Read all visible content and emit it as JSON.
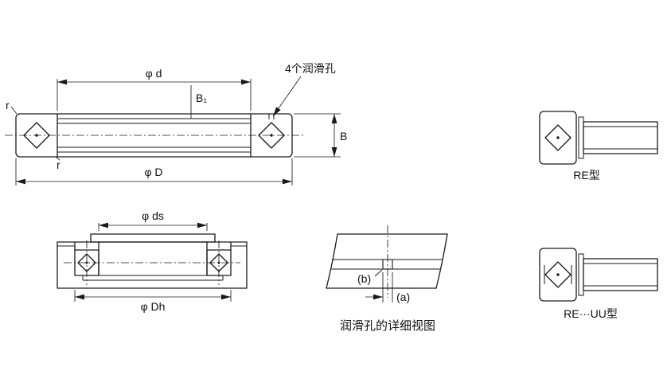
{
  "colors": {
    "line": "#1a1a1a",
    "background": "#ffffff"
  },
  "main_view": {
    "inner_diameter": "φ d",
    "inner_ring_width": "B₁",
    "lube_holes_note": "4个润滑孔",
    "chamfer_top": "r",
    "chamfer_bottom": "r",
    "width": "B",
    "outer_diameter": "φ D"
  },
  "mount_view": {
    "shaft_diameter": "φ ds",
    "housing_bore": "φ Dh"
  },
  "detail_view": {
    "depth_label": "(b)",
    "diameter_label": "(a)",
    "caption": "润滑孔的详细视图"
  },
  "type_views": {
    "re": "RE型",
    "re_uu": "RE···UU型"
  }
}
